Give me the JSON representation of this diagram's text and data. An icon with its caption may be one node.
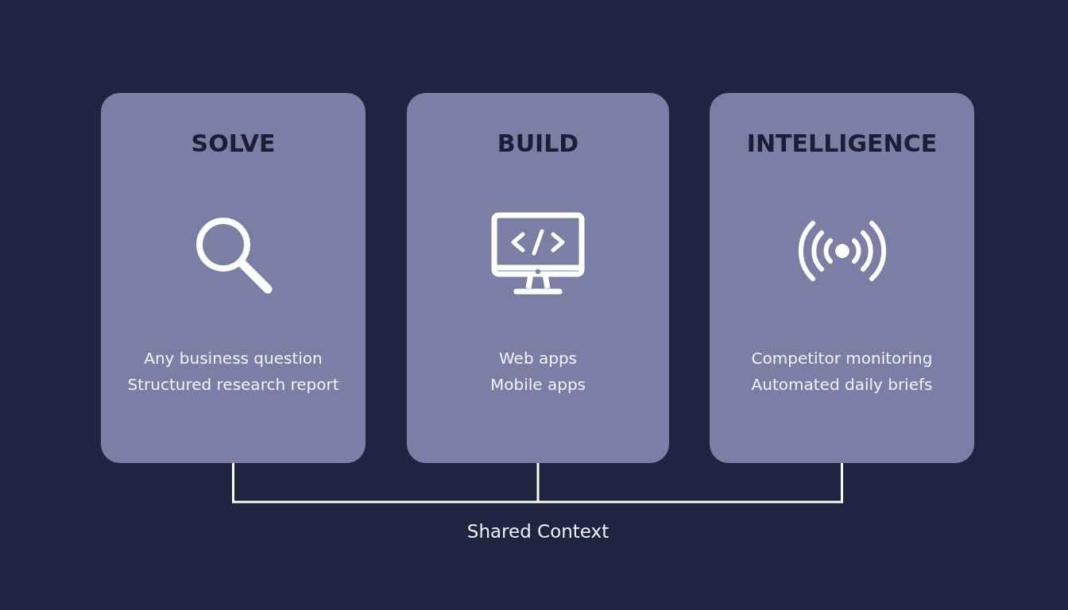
{
  "diagram": {
    "nodes": [
      {
        "text": [
          "SOLVE",
          "Any business question",
          "Structured research report"
        ]
      },
      {
        "text": [
          "BUILD",
          "Web apps",
          "Mobile apps"
        ]
      },
      {
        "text": [
          "INTELLIGENCE",
          "Competitor monitoring",
          "Automated daily briefs"
        ]
      },
      {
        "text": [
          "Shared Context"
        ]
      }
    ],
    "edges": [
      {
        "from": 0,
        "to": 3,
        "arrow": "none"
      },
      {
        "from": 1,
        "to": 3,
        "arrow": "none"
      },
      {
        "from": 2,
        "to": 3,
        "arrow": "none"
      }
    ]
  }
}
